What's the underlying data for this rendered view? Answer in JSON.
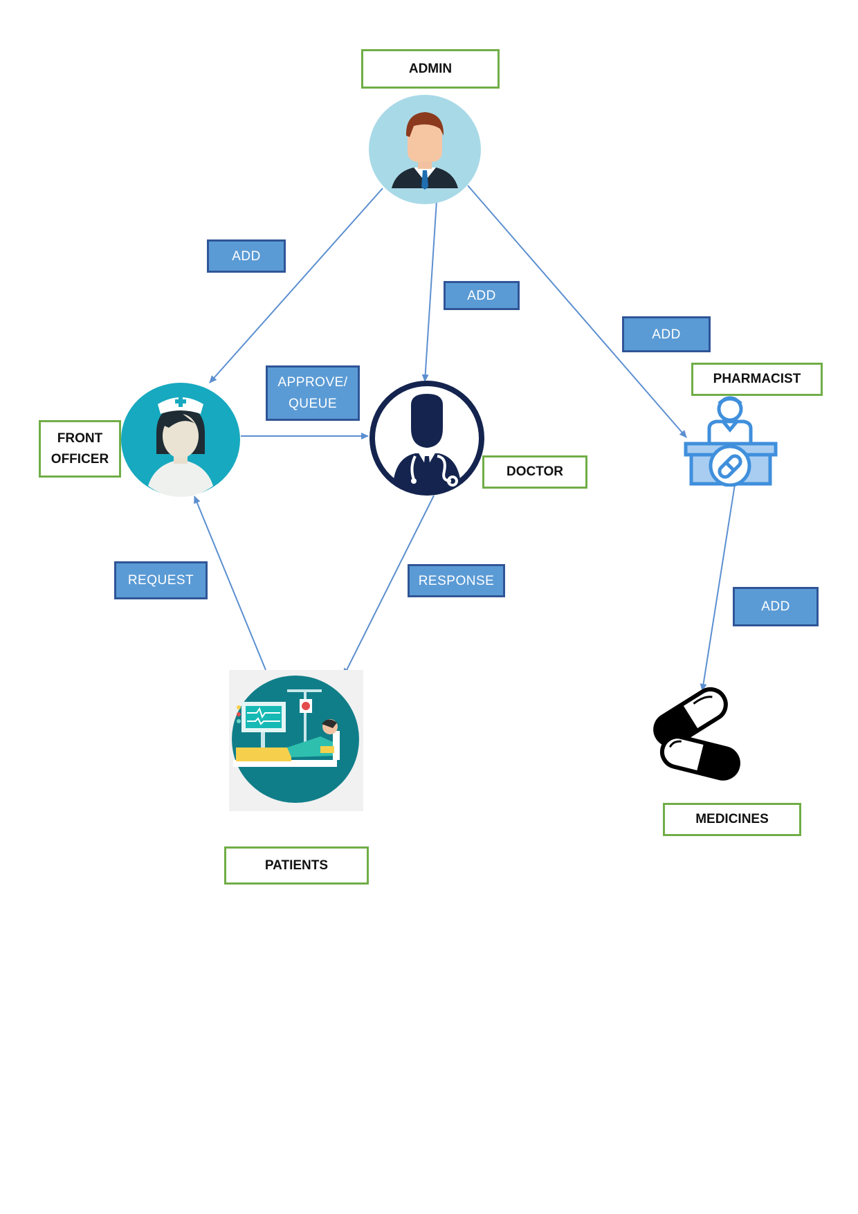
{
  "colors": {
    "role_border": "#70ad47",
    "label_fill": "#5b9bd5",
    "label_border": "#2f5597",
    "arrow": "#5b8fd0"
  },
  "nodes": {
    "admin": {
      "label": "ADMIN",
      "icon": "admin-avatar-icon"
    },
    "front_officer": {
      "label_line1": "FRONT",
      "label_line2": "OFFICER",
      "icon": "nurse-icon"
    },
    "doctor": {
      "label": "DOCTOR",
      "icon": "doctor-icon"
    },
    "pharmacist": {
      "label": "PHARMACIST",
      "icon": "pharmacist-icon"
    },
    "patients": {
      "label": "PATIENTS",
      "icon": "patient-bed-icon"
    },
    "medicines": {
      "label": "MEDICINES",
      "icon": "capsules-icon"
    }
  },
  "edges": {
    "admin_to_front_officer": "ADD",
    "admin_to_doctor": "ADD",
    "admin_to_pharmacist": "ADD",
    "front_officer_to_doctor_line1": "APPROVE/",
    "front_officer_to_doctor_line2": "QUEUE",
    "patients_to_front_officer": "REQUEST",
    "doctor_to_patients": "RESPONSE",
    "pharmacist_to_medicines": "ADD"
  }
}
